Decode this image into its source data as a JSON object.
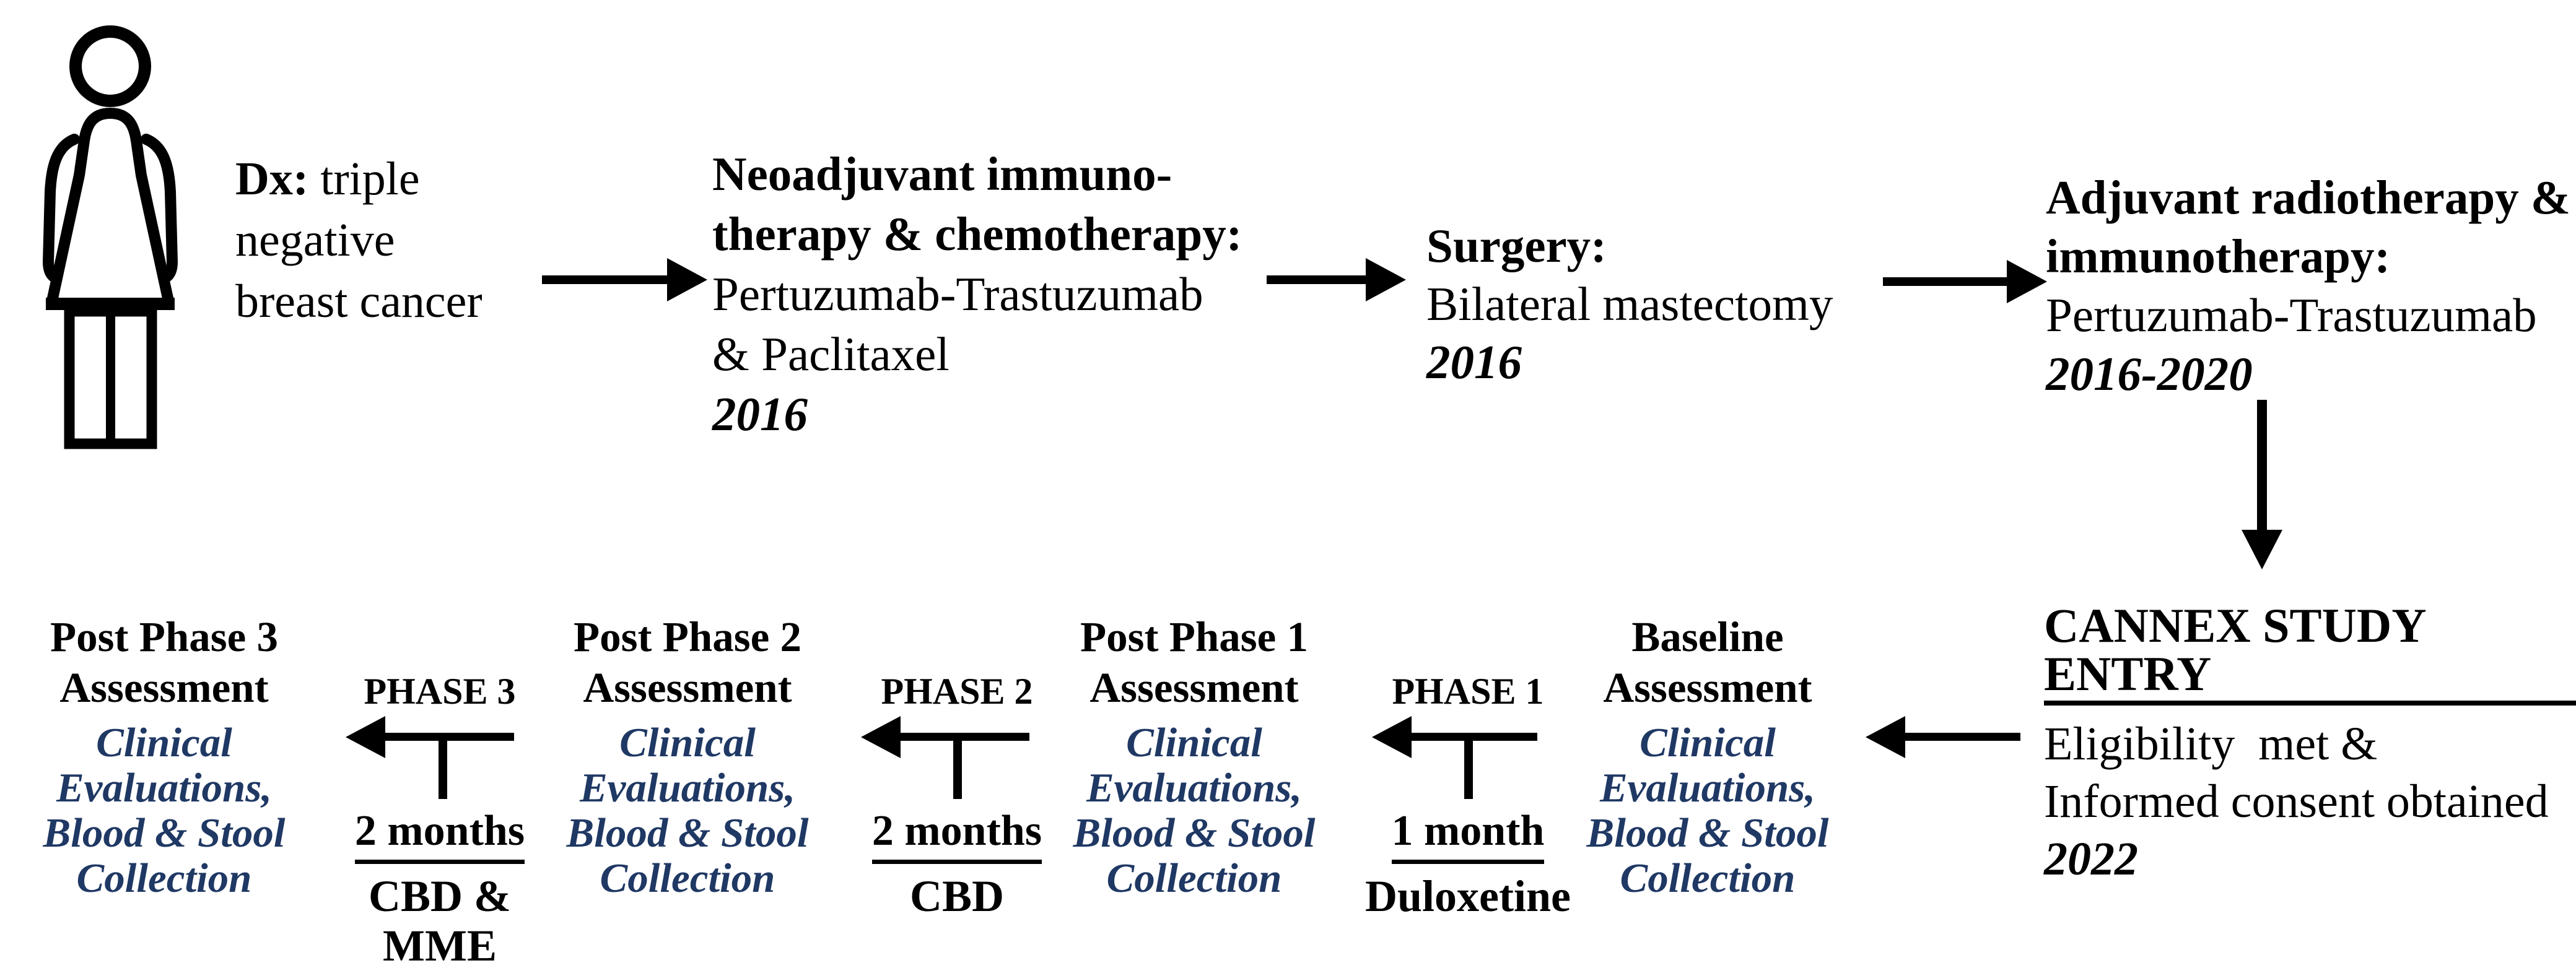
{
  "colors": {
    "ink": "#000000",
    "navy": "#1f3864",
    "background": "#ffffff"
  },
  "patient": {
    "icon": "woman-pictogram",
    "dx_label": "Dx:",
    "dx_rest": " triple",
    "line2": "negative",
    "line3": "breast cancer"
  },
  "treatment_steps": [
    {
      "id": "neoadjuvant",
      "title_line1": "Neoadjuvant immuno-",
      "title_line2": "therapy & chemotherapy:",
      "detail_line1": "Pertuzumab-Trastuzumab",
      "detail_line2": "& Paclitaxel",
      "period": "2016"
    },
    {
      "id": "surgery",
      "title_line1": "Surgery:",
      "detail_line1": "Bilateral mastectomy",
      "period": "2016"
    },
    {
      "id": "adjuvant",
      "title_line1": "Adjuvant radiotherapy &",
      "title_line2": "immunotherapy:",
      "detail_line1": "Pertuzumab-Trastuzumab",
      "period": "2016-2020"
    }
  ],
  "study_entry": {
    "title": "CANNEX STUDY ENTRY",
    "eligibility": "Eligibility  met &",
    "consent": "Informed consent obtained",
    "year": "2022"
  },
  "assessments": [
    {
      "id": "baseline",
      "title_line1": "Baseline",
      "title_line2": "Assessment",
      "blue1": "Clinical",
      "blue2": "Evaluations,",
      "blue3": "Blood & Stool",
      "blue4": "Collection"
    },
    {
      "id": "post1",
      "title_line1": "Post Phase 1",
      "title_line2": "Assessment",
      "blue1": "Clinical",
      "blue2": "Evaluations,",
      "blue3": "Blood & Stool",
      "blue4": "Collection"
    },
    {
      "id": "post2",
      "title_line1": "Post Phase 2",
      "title_line2": "Assessment",
      "blue1": "Clinical",
      "blue2": "Evaluations,",
      "blue3": "Blood & Stool",
      "blue4": "Collection"
    },
    {
      "id": "post3",
      "title_line1": "Post Phase 3",
      "title_line2": "Assessment",
      "blue1": "Clinical",
      "blue2": "Evaluations,",
      "blue3": "Blood & Stool",
      "blue4": "Collection"
    }
  ],
  "phases": [
    {
      "id": "phase1",
      "label": "PHASE 1",
      "duration": "1 month",
      "intervention": "Duloxetine"
    },
    {
      "id": "phase2",
      "label": "PHASE 2",
      "duration": "2 months",
      "intervention": "CBD"
    },
    {
      "id": "phase3",
      "label": "PHASE 3",
      "duration": "2 months",
      "intervention": "CBD & MME"
    }
  ]
}
